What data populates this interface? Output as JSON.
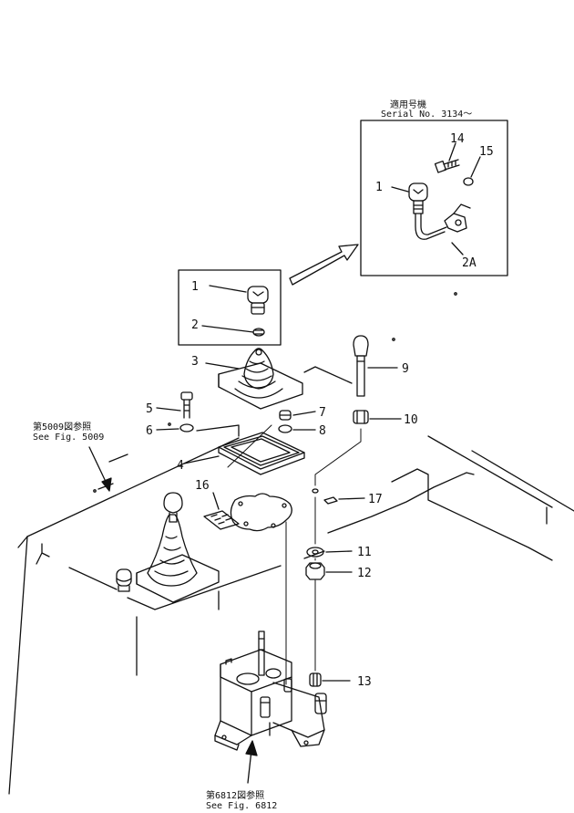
{
  "detail_box": {
    "serial_jp": "適用号機",
    "serial_en": "Serial No. 3134～"
  },
  "part_numbers": {
    "p1_detail": "1",
    "p14": "14",
    "p15": "15",
    "p2a": "2A",
    "p1": "1",
    "p2": "2",
    "p3": "3",
    "p4": "4",
    "p5": "5",
    "p6": "6",
    "p7": "7",
    "p8": "8",
    "p9": "9",
    "p10": "10",
    "p11": "11",
    "p12": "12",
    "p13": "13",
    "p16": "16",
    "p17": "17"
  },
  "references": {
    "fig5009_jp": "第5009図参照",
    "fig5009_en": "See Fig. 5009",
    "fig6812_jp": "第6812図参照",
    "fig6812_en": "See Fig. 6812"
  },
  "colors": {
    "ink": "#111111",
    "paper": "#ffffff"
  }
}
